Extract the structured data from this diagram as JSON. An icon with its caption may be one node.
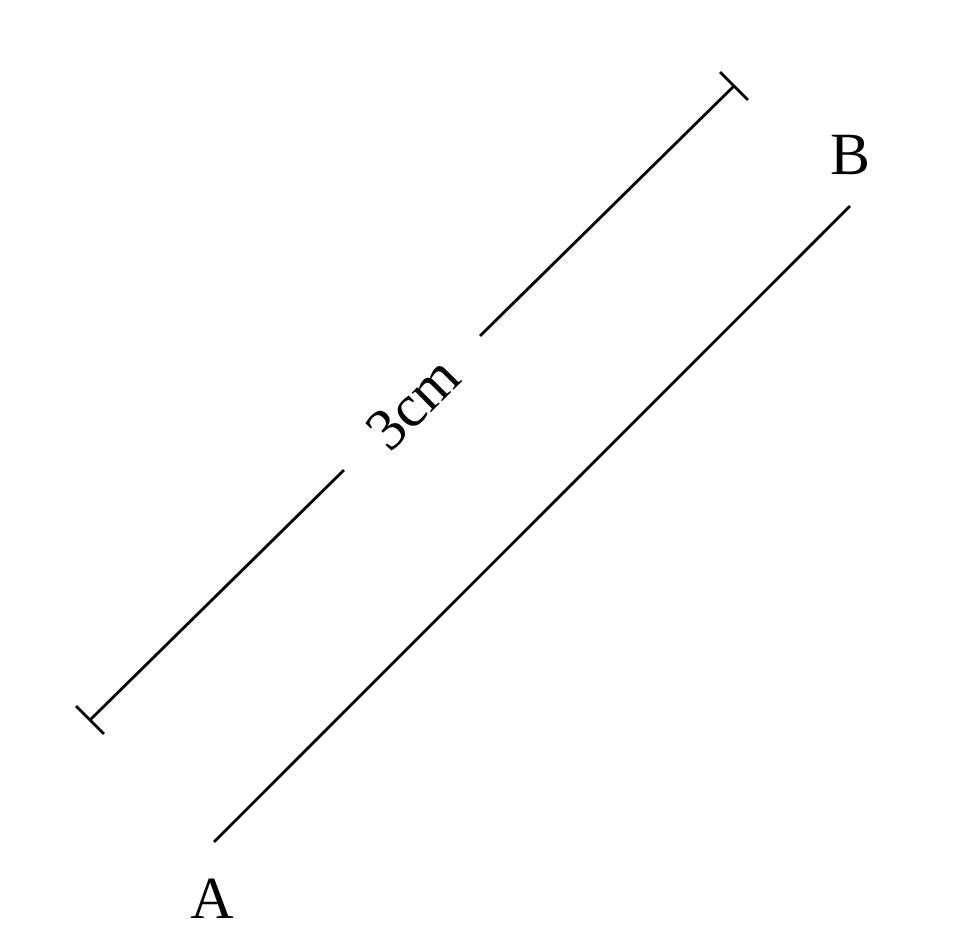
{
  "diagram": {
    "nodes": [
      {
        "text": [
          "A"
        ]
      },
      {
        "text": [
          "B"
        ]
      }
    ],
    "edges": [
      {
        "from": 0,
        "to": 1,
        "arrow": "none"
      }
    ],
    "labels": [
      "3cm"
    ]
  }
}
